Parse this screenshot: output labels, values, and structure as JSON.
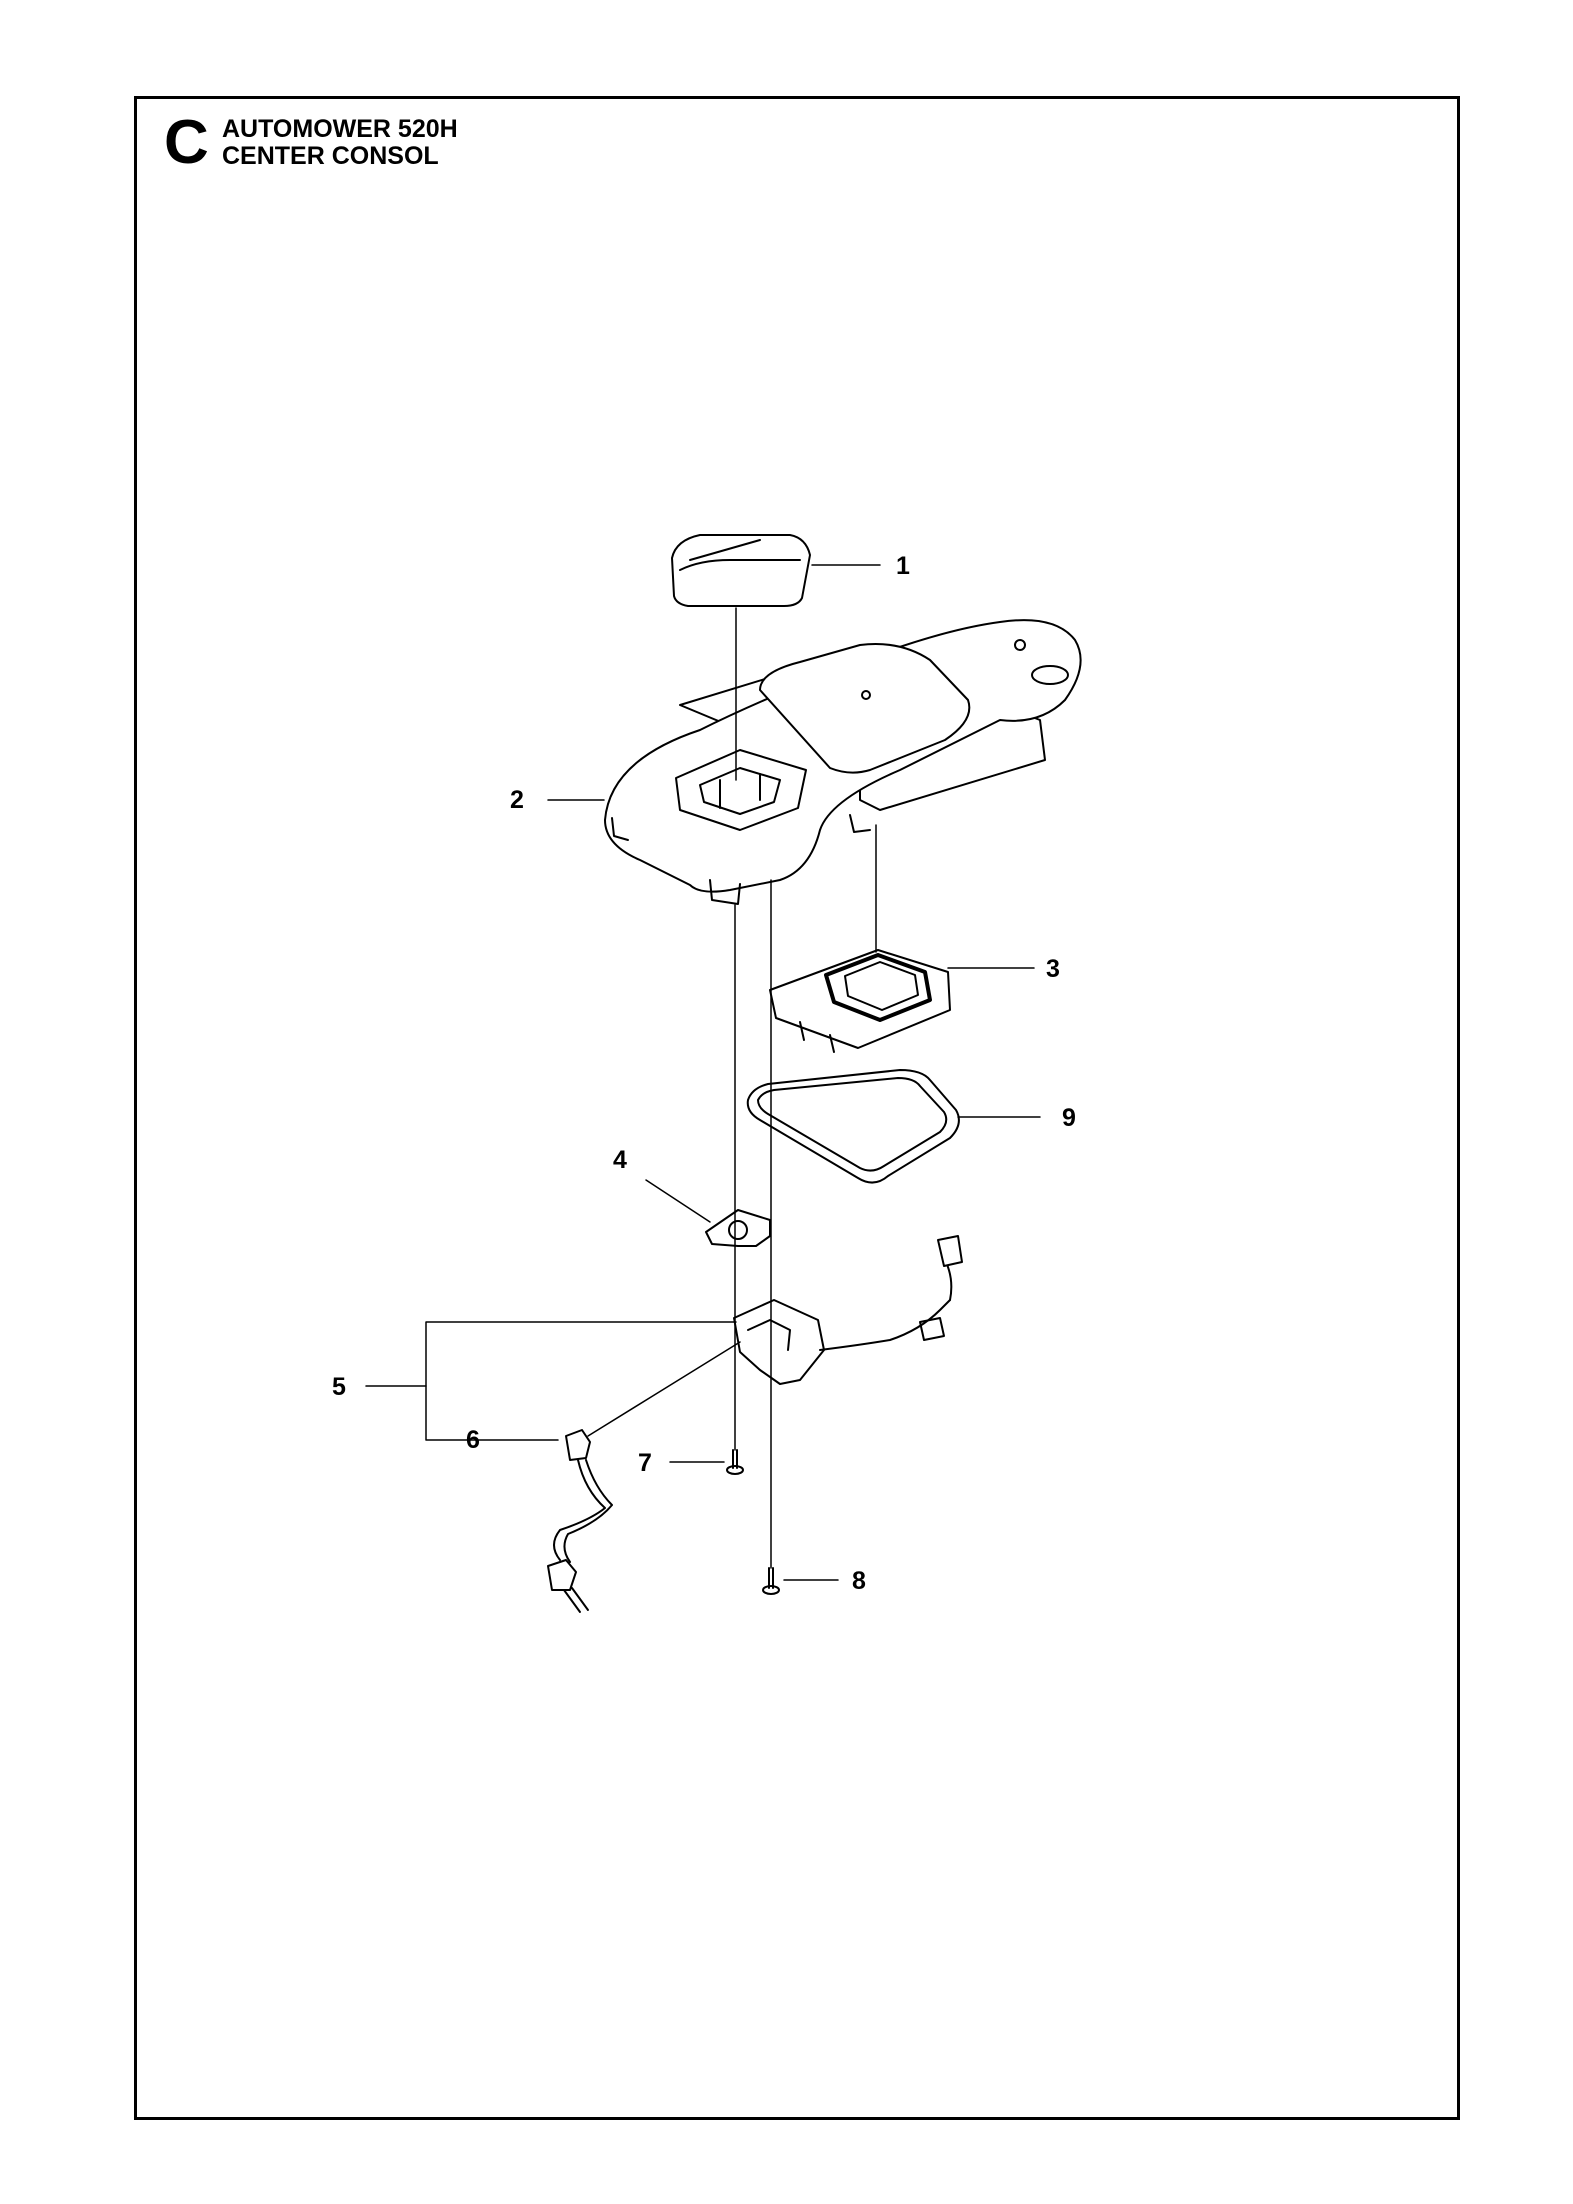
{
  "header": {
    "section_letter": "C",
    "model": "AUTOMOWER 520H",
    "assembly": "CENTER CONSOL"
  },
  "callouts": [
    "1",
    "2",
    "3",
    "4",
    "5",
    "6",
    "7",
    "8",
    "9"
  ]
}
